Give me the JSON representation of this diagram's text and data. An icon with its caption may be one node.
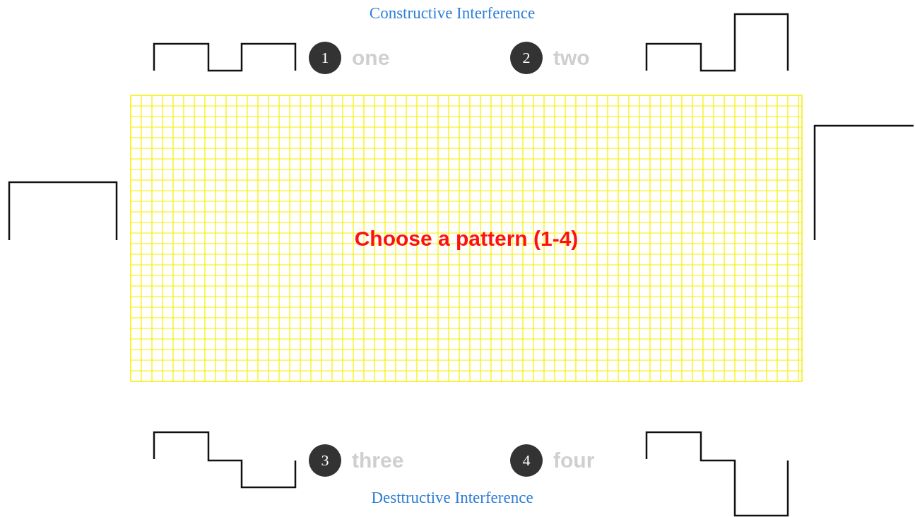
{
  "diagram": {
    "title": "Constructive Interference",
    "caption": "Desttructive Interference",
    "nodes": [
      {
        "text": [
          "Choose a pattern (1-4)"
        ]
      },
      {
        "text": [
          "1"
        ],
        "beside": [
          "one"
        ]
      },
      {
        "text": [
          "2"
        ],
        "beside": [
          "two"
        ]
      },
      {
        "text": [
          "3"
        ],
        "beside": [
          "three"
        ]
      },
      {
        "text": [
          "4"
        ],
        "beside": [
          "four"
        ]
      }
    ],
    "edges": []
  }
}
